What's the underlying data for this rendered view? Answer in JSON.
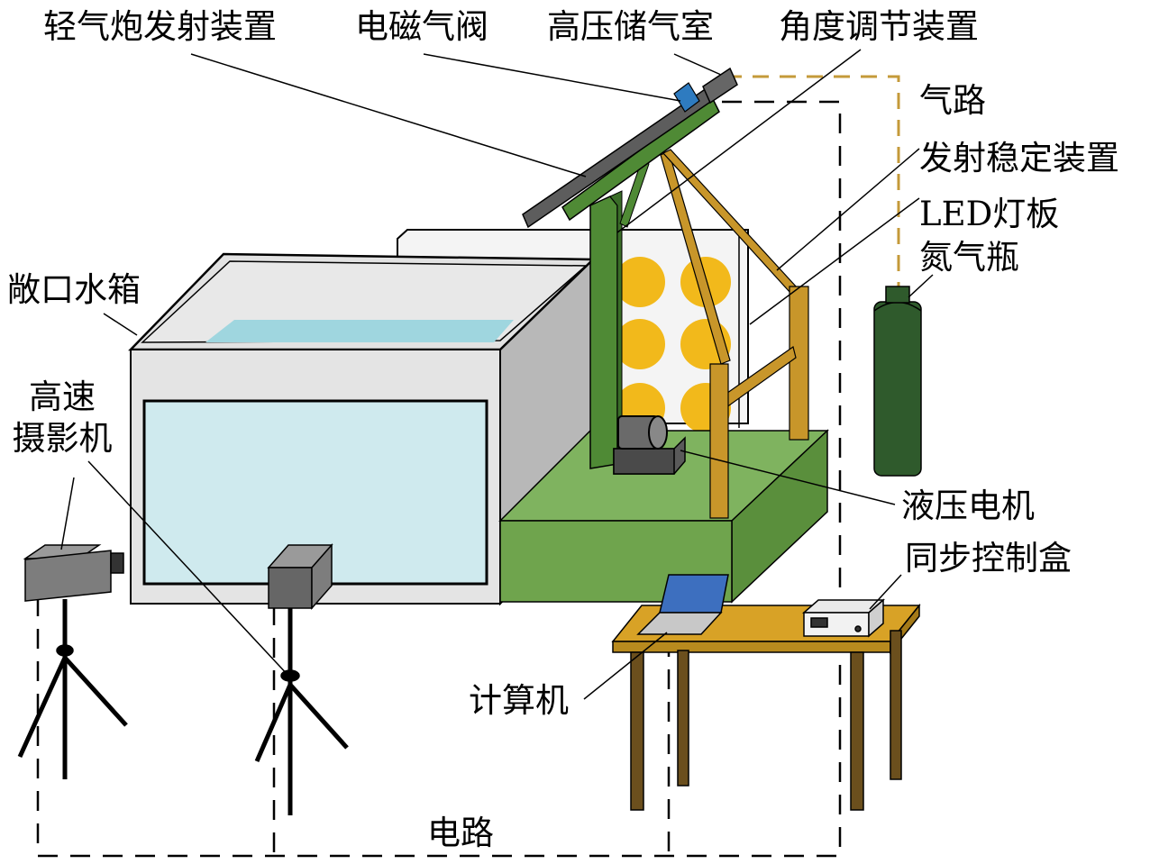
{
  "labels": {
    "light_gas_gun": "轻气炮发射装置",
    "solenoid_valve": "电磁气阀",
    "high_pressure_chamber": "高压储气室",
    "angle_adjuster": "角度调节装置",
    "gas_line": "气路",
    "launch_stabilizer": "发射稳定装置",
    "led_panel": "LED灯板",
    "nitrogen_cylinder": "氮气瓶",
    "open_tank": "敞口水箱",
    "high_speed_camera_line1": "高速",
    "high_speed_camera_line2": "摄影机",
    "hydraulic_motor": "液压电机",
    "sync_control_box": "同步控制盒",
    "computer": "计算机",
    "circuit": "电路"
  },
  "colors": {
    "gas_line": "#c49a3a",
    "circuit": "#000000",
    "platform_top": "#7fb35f",
    "platform_side": "#5a8f3c",
    "platform_front": "#6fa44d",
    "stand_green": "#4f8a35",
    "gold_rod": "#c8962a",
    "led_yellow": "#f2b91b",
    "water": "#c9e8ec",
    "tank_gray": "#d9d9d9",
    "cylinder": "#2f5a2c",
    "table_top": "#d8a226",
    "table_leg": "#6b4f1d",
    "laptop_screen": "#3d6fbf",
    "camera_body": "#7d7d7d",
    "valve_blue": "#2e7bc0"
  }
}
